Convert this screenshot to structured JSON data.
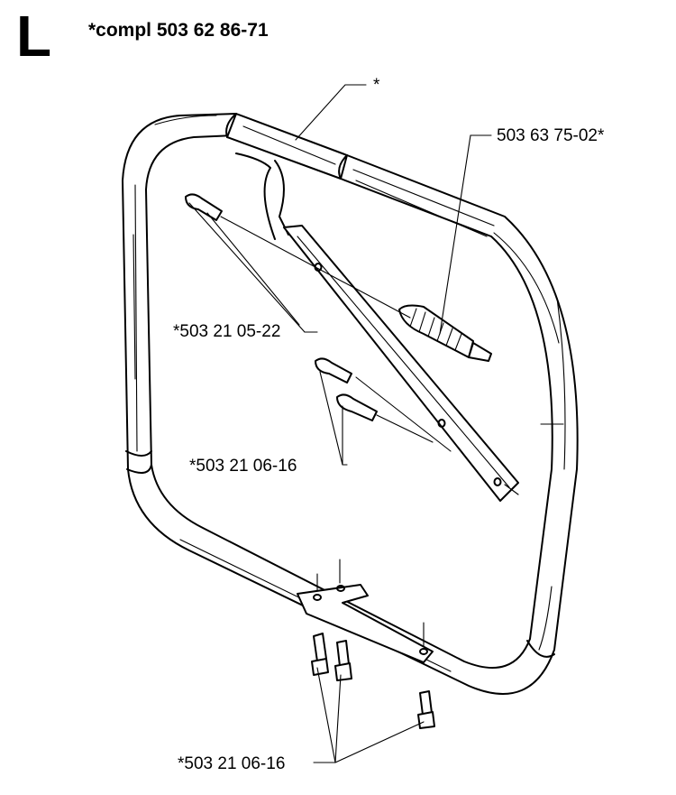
{
  "header": {
    "section_letter": "L",
    "kit_number": "*compl 503 62 86-71"
  },
  "callouts": {
    "handle_grip": "*",
    "anti_vibration_spring": "503 63 75-02*",
    "upper_screw": "*503 21 05-22",
    "middle_screws": "*503 21 06-16",
    "bottom_screws": "*503 21 06-16"
  }
}
